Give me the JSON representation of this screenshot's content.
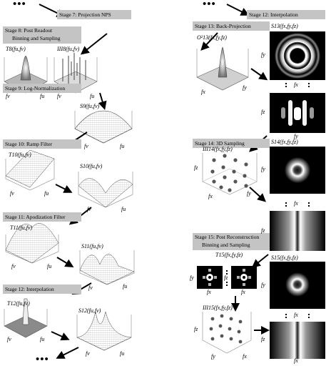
{
  "stages": {
    "s7": "Stage 7: Projection NPS",
    "s8_line1": "Stage 8: Post Readout",
    "s8_line2": "Binning and Sampling",
    "s9": "Stage 9: Log-Normalization",
    "s10": "Stage 10: Ramp Filter",
    "s11": "Stage 11: Apodization Filter",
    "s12_left": "Stage 12: Interpolation",
    "s12_right": "Stage 12: Interpolation",
    "s13": "Stage 13: Back-Projection",
    "s14": "Stage 14: 3D Sampling",
    "s15_line1": "Stage 15: Post Reconstruction",
    "s15_line2": "Binning and Sampling"
  },
  "labels": {
    "t8": "T8(fu,fv)",
    "iii8": "III8(fu,fv)",
    "s9": "S9(fu,fv)",
    "t10": "T10(fu,fv)",
    "s10": "S10(fu,fv)",
    "t11": "T11(fu,fv)",
    "s11": "S11(fu,fv)",
    "t12": "T12(fu,fv)",
    "s12": "S12(fu,fv)",
    "o13": "O²13(fx,fy,fz)",
    "s13": "S13(fx,fy,fz)",
    "iii14": "III14(fx,fy,fz)",
    "s14": "S14(fx,fy,fz)",
    "t15": "T15(fx,fy,fz)",
    "s15": "S15(fx,fy,fz)",
    "iii15": "III15(fx,fy,fz)",
    "fu": "fu",
    "fv": "fv",
    "fx": "fx",
    "fy": "fy",
    "fz": "fz"
  },
  "ellipsis": "•••"
}
